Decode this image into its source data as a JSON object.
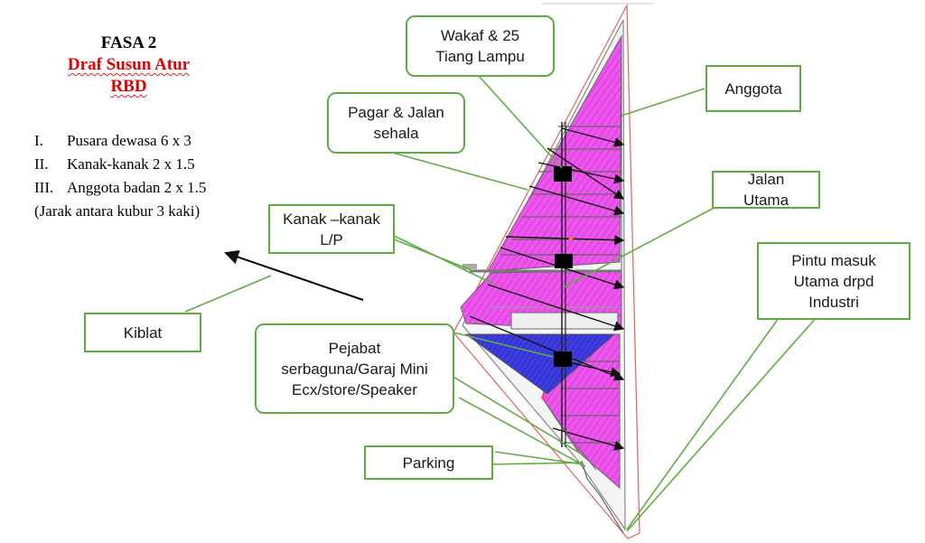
{
  "title": {
    "line1": "FASA 2",
    "line2": "Draf Susun Atur",
    "line3": "RBD"
  },
  "legend": [
    {
      "num": "I.",
      "text": "Pusara dewasa 6 x 3"
    },
    {
      "num": "II.",
      "text": "Kanak-kanak 2 x 1.5"
    },
    {
      "num": "III.",
      "text": "Anggota badan 2 x 1.5"
    },
    {
      "num": "",
      "text": "(Jarak antara kubur 3 kaki)"
    }
  ],
  "callouts": {
    "wakaf": "Wakaf & 25\nTiang Lampu",
    "anggota": "Anggota",
    "pagar": "Pagar & Jalan\nsehala",
    "jalan_utama": "Jalan\nUtama",
    "kanak": "Kanak –kanak\nL/P",
    "pintu": "Pintu masuk\nUtama drpd\nIndustri",
    "kiblat": "Kiblat",
    "pejabat": "Pejabat\nserbaguna/Garaj Mini\nEcx/store/Speaker",
    "parking": "Parking"
  },
  "colors": {
    "plot_magenta": "#ee55ee",
    "plot_blue": "#3c3ce0",
    "callout_border": "#5fad41",
    "boundary_red": "#e06060",
    "title_red": "#e00000"
  }
}
